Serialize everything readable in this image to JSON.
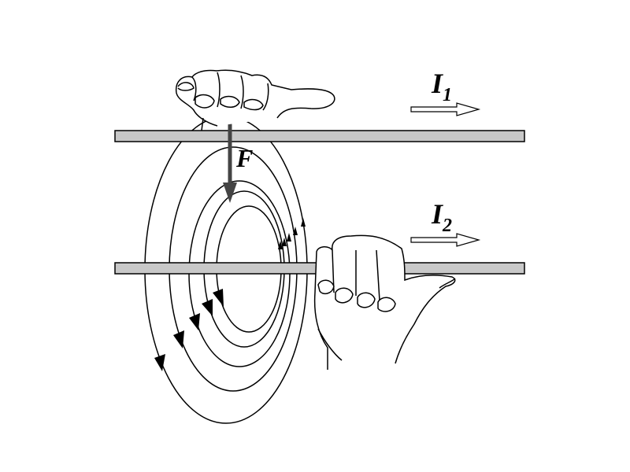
{
  "labels": {
    "current_top": "I",
    "current_top_sub": "1",
    "current_bottom": "I",
    "current_bottom_sub": "2",
    "force": "F"
  },
  "colors": {
    "wire": "#c8c8c8",
    "force_arrow": "#444444",
    "line": "#000000"
  },
  "icons": {
    "top_hand": "right-hand-pointing",
    "bottom_hand": "right-hand-gripping-wire"
  }
}
